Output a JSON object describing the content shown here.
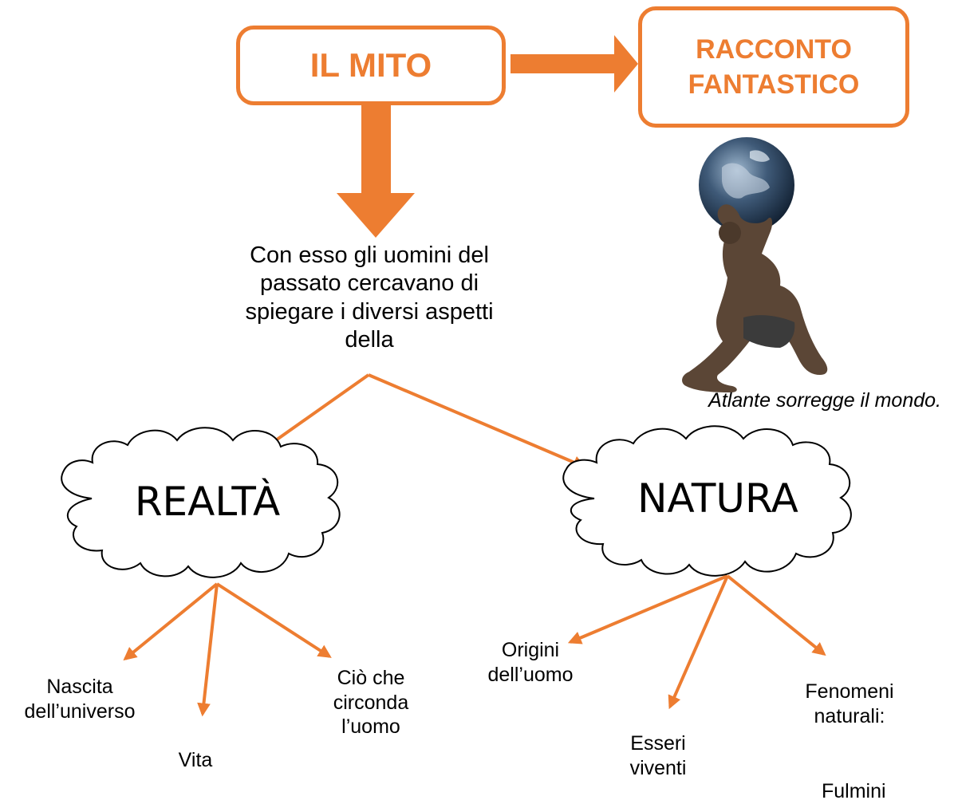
{
  "diagram": {
    "main_box": "IL MITO",
    "side_box": "RACCONTO\nFANTASTICO",
    "explanation": "Con esso gli uomini del\npassato cercavano di\nspiegare i diversi aspetti\ndella",
    "caption": "Atlante sorregge il mondo.",
    "cloud_left": "REALTÀ",
    "cloud_right": "NATURA",
    "realta_items": {
      "nascita": "Nascita\ndell’universo",
      "vita": "Vita",
      "circonda": "Ciò che\ncirconda\nl’uomo"
    },
    "natura_items": {
      "origini": "Origini\ndell’uomo",
      "esseri": "Esseri\nviventi",
      "fenomeni": "Fenomeni\nnaturali:",
      "partial": "Fulmini"
    }
  },
  "colors": {
    "accent": "#ED7D31",
    "text": "#000000"
  }
}
